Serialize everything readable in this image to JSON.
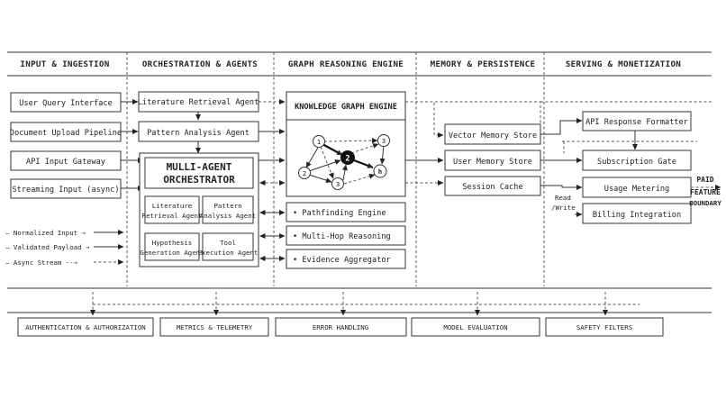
{
  "columns": {
    "input": "INPUT & INGESTION",
    "orchestration": "ORCHESTRATION & AGENTS",
    "graph": "GRAPH REASONING ENGINE",
    "memory": "MEMORY & PERSISTENCE",
    "serving": "SERVING & MONETIZATION"
  },
  "inputs": {
    "user_query": "User Query Interface",
    "document_upload": "Document Upload Pipeline",
    "api_gateway": "API Input Gateway",
    "streaming": "Streaming Input (async)"
  },
  "legend": {
    "normalized": "Normalized Input",
    "validated": "Validated Payload",
    "async": "Async Stream"
  },
  "agents": {
    "literature_retrieval": "Literature Retrieval Agent",
    "pattern_analysis": "Pattern Analysis Agent",
    "orchestrator_line1": "MULLI-AGENT",
    "orchestrator_line2": "ORCHESTRATOR",
    "sub_literature_1": "Literature",
    "sub_literature_2": "Retrieval Agent",
    "sub_pattern_1": "Pattern",
    "sub_pattern_2": "Analysis Agent",
    "sub_hypothesis_1": "Hypothesis",
    "sub_hypothesis_2": "Generation Agent",
    "sub_tool_1": "Tool",
    "sub_tool_2": "Execution Agent"
  },
  "graph": {
    "engine_title": "KNOWLEDGE GRAPH ENGINE",
    "nodes": [
      "1",
      "2",
      "3",
      "2",
      "3",
      "h"
    ],
    "pathfinding": "Pathfinding Engine",
    "multihop": "Multi-Hop Reasoning",
    "evidence": "Evidence Aggregator",
    "bullet": "•"
  },
  "memory": {
    "vector": "Vector Memory Store",
    "user": "User Memory Store",
    "session": "Session Cache",
    "read_write_1": "Read",
    "read_write_2": "/Write"
  },
  "serving": {
    "api_formatter": "API Response Formatter",
    "subscription": "Subscription Gate",
    "usage": "Usage Metering",
    "billing": "Billing Integration",
    "boundary_1": "PAID",
    "boundary_2": "FEATURE",
    "boundary_3": "BOUNDARY"
  },
  "cross_cutting": {
    "auth": "AUTHENTICATION & AUTHORIZATION",
    "metrics": "METRICS & TELEMETRY",
    "errors": "ERROR HANDLING",
    "evaluation": "MODEL EVALUATION",
    "safety": "SAFETY FILTERS"
  }
}
